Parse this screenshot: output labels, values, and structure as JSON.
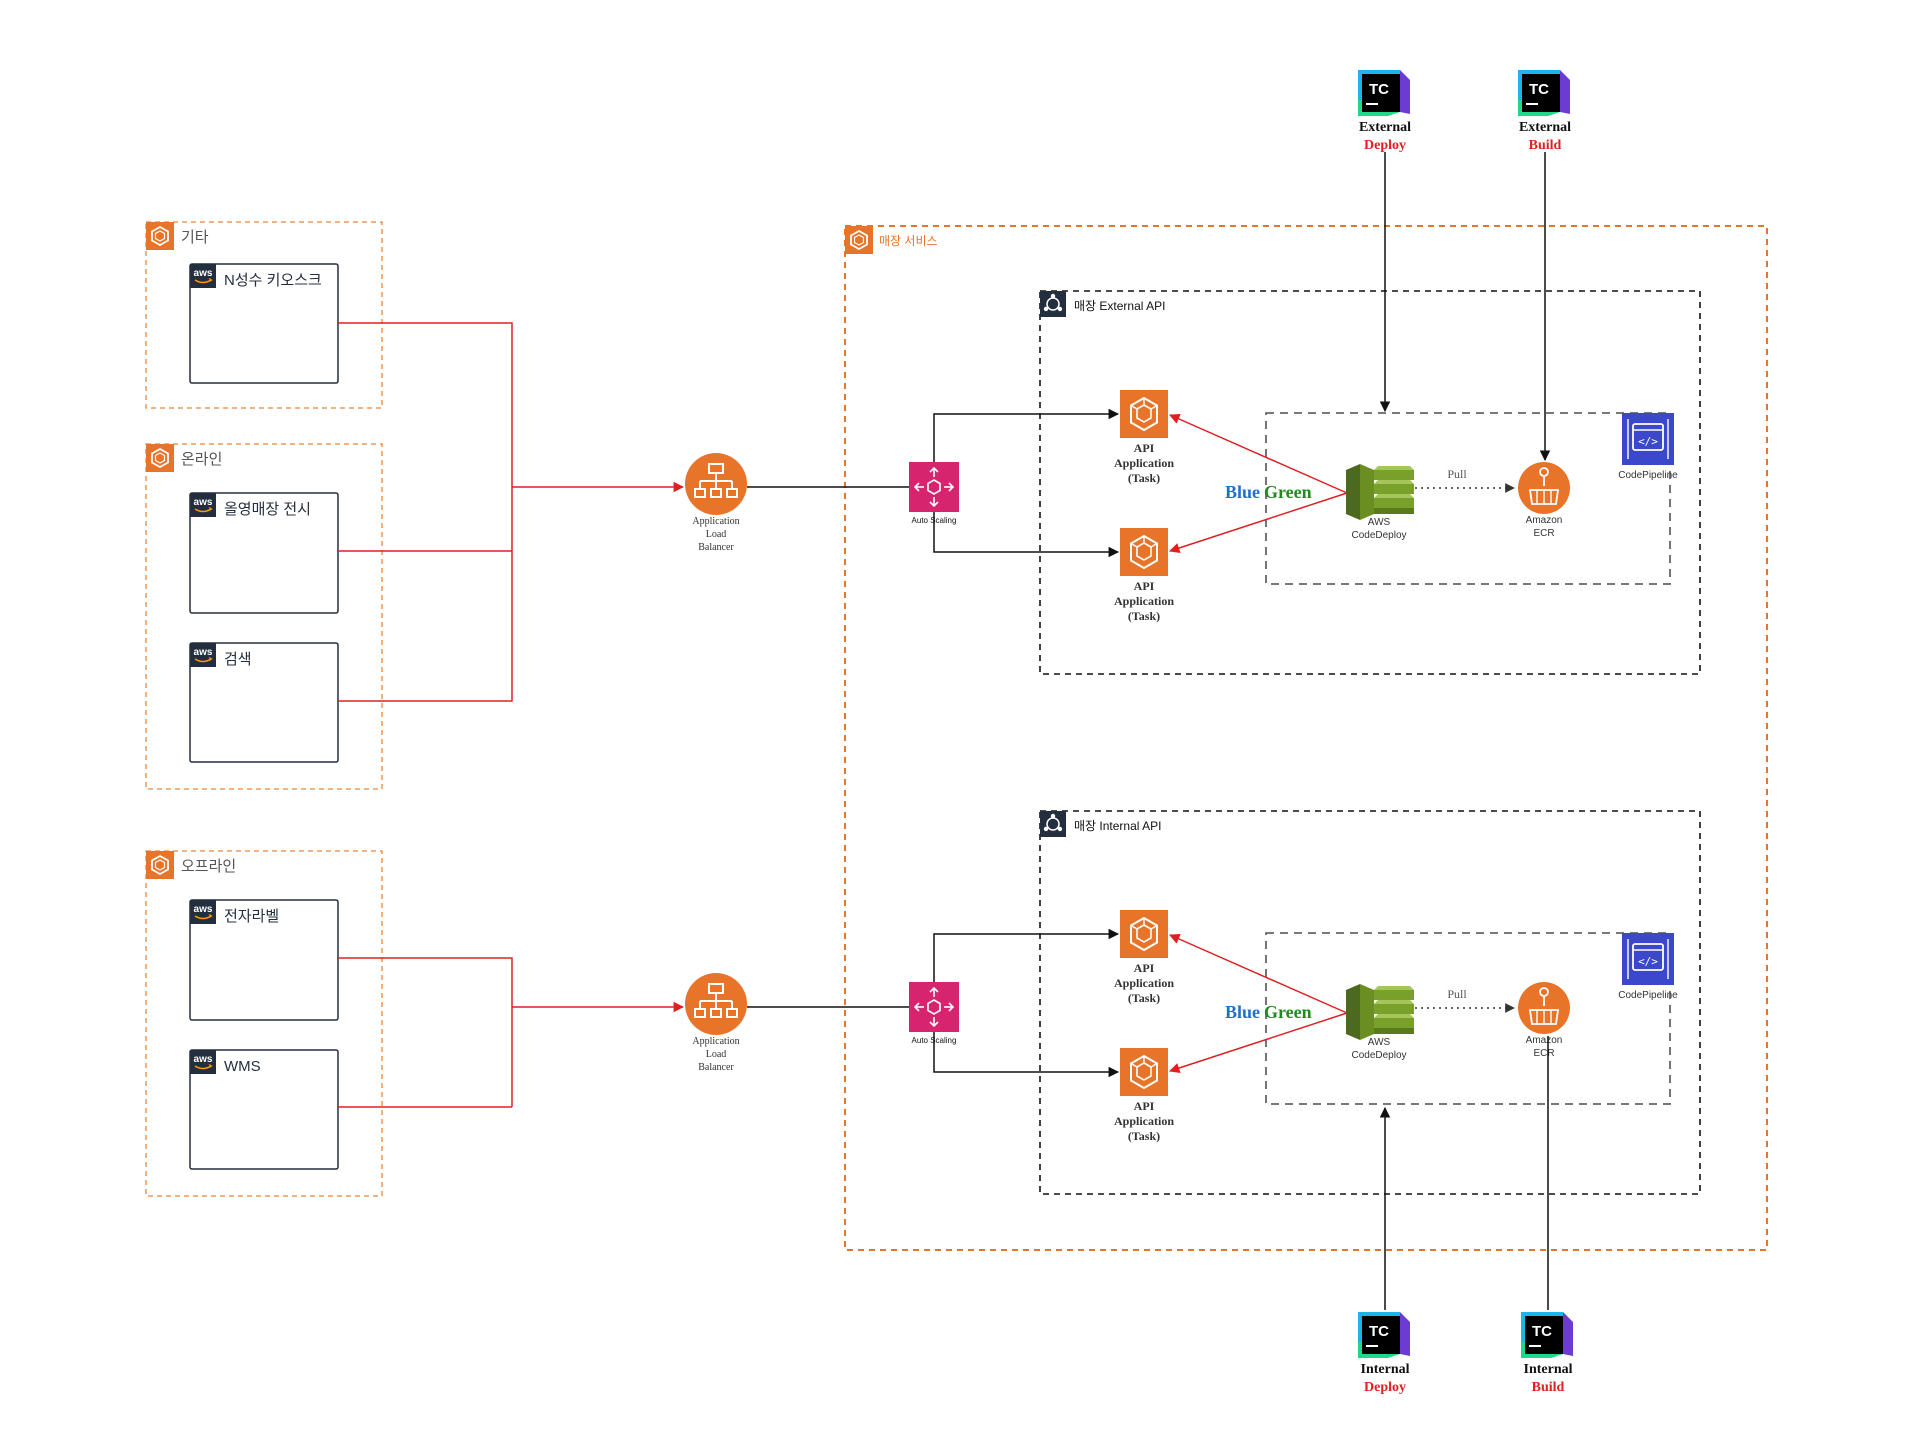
{
  "colors": {
    "group_orange": "#E8873A",
    "aws_orange": "#E8742A",
    "aws_dark": "#232F3E",
    "link_red": "#E02020",
    "line_black": "#111111",
    "pipeline_blue": "#3B48CC",
    "autoscale_pink": "#D6246E",
    "codedeploy_green": "#6B8E23",
    "blue_text": "#1F6FD1",
    "green_text": "#1E8C1E",
    "deploy_red": "#E02020"
  },
  "left_groups": {
    "etc": {
      "icon": "aws-group-icon",
      "title": "기타",
      "items": [
        {
          "icon": "aws-logo-icon",
          "label": "N성수 키오스크"
        }
      ]
    },
    "online": {
      "icon": "aws-group-icon",
      "title": "온라인",
      "items": [
        {
          "icon": "aws-logo-icon",
          "label": "올영매장 전시"
        },
        {
          "icon": "aws-logo-icon",
          "label": "검색"
        }
      ]
    },
    "offline": {
      "icon": "aws-group-icon",
      "title": "오프라인",
      "items": [
        {
          "icon": "aws-logo-icon",
          "label": "전자라벨"
        },
        {
          "icon": "aws-logo-icon",
          "label": "WMS"
        }
      ]
    }
  },
  "alb": {
    "icon": "load-balancer-icon",
    "label_lines": [
      "Application",
      "Load",
      "Balancer"
    ]
  },
  "autoscaling": {
    "icon": "auto-scaling-icon",
    "label": "Auto Scaling"
  },
  "service_group": {
    "icon": "aws-group-icon",
    "title": "매장 서비스"
  },
  "external_api": {
    "icon": "cluster-icon",
    "title": "매장 External API",
    "tasks": [
      {
        "icon": "ecs-task-icon",
        "label_lines": [
          "API",
          "Application",
          "(Task)"
        ]
      },
      {
        "icon": "ecs-task-icon",
        "label_lines": [
          "API",
          "Application",
          "(Task)"
        ]
      }
    ],
    "blue": "Blue",
    "green": "Green",
    "codedeploy": {
      "icon": "codedeploy-icon",
      "label_lines": [
        "AWS",
        "CodeDeploy"
      ]
    },
    "pull": "Pull",
    "ecr": {
      "icon": "ecr-icon",
      "label_lines": [
        "Amazon",
        "ECR"
      ]
    },
    "codepipeline": {
      "icon": "codepipeline-icon",
      "label": "CodePipeline"
    }
  },
  "internal_api": {
    "icon": "cluster-icon",
    "title": "매장 Internal API",
    "tasks": [
      {
        "icon": "ecs-task-icon",
        "label_lines": [
          "API",
          "Application",
          "(Task)"
        ]
      },
      {
        "icon": "ecs-task-icon",
        "label_lines": [
          "API",
          "Application",
          "(Task)"
        ]
      }
    ],
    "blue": "Blue",
    "green": "Green",
    "codedeploy": {
      "icon": "codedeploy-icon",
      "label_lines": [
        "AWS",
        "CodeDeploy"
      ]
    },
    "pull": "Pull",
    "ecr": {
      "icon": "ecr-icon",
      "label_lines": [
        "Amazon",
        "ECR"
      ]
    },
    "codepipeline": {
      "icon": "codepipeline-icon",
      "label": "CodePipeline"
    }
  },
  "teamcity": {
    "external_deploy": {
      "icon": "teamcity-icon",
      "logo": "TC",
      "line1": "External",
      "line2": "Deploy"
    },
    "external_build": {
      "icon": "teamcity-icon",
      "logo": "TC",
      "line1": "External",
      "line2": "Build"
    },
    "internal_deploy": {
      "icon": "teamcity-icon",
      "logo": "TC",
      "line1": "Internal",
      "line2": "Deploy"
    },
    "internal_build": {
      "icon": "teamcity-icon",
      "logo": "TC",
      "line1": "Internal",
      "line2": "Build"
    }
  }
}
